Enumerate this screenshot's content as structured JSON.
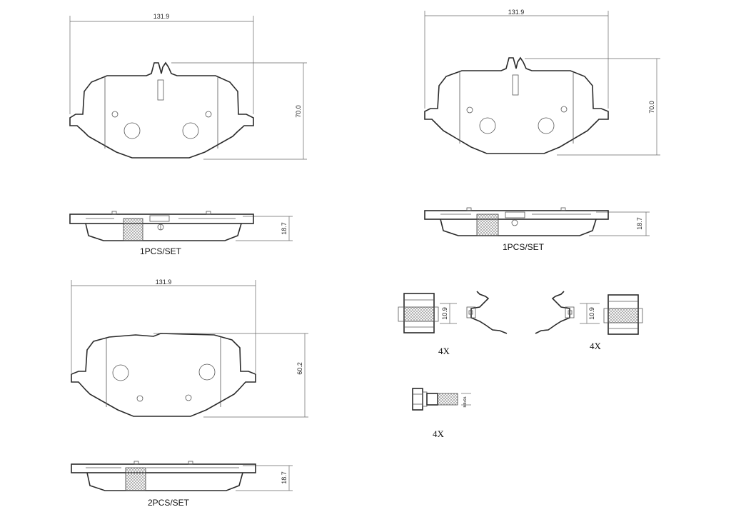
{
  "pad_top_left": {
    "width_dim": "131.9",
    "height_dim": "70.0",
    "thickness_dim": "18.7",
    "set_label": "1PCS/SET"
  },
  "pad_top_right": {
    "width_dim": "131.9",
    "height_dim": "70.0",
    "thickness_dim": "18.7",
    "set_label": "1PCS/SET"
  },
  "pad_bottom": {
    "width_dim": "131.9",
    "height_dim": "60.2",
    "thickness_dim": "18.7",
    "set_label": "2PCS/SET"
  },
  "clip_left": {
    "dim": "10.9",
    "qty": "4X"
  },
  "clip_right": {
    "dim": "10.9",
    "qty": "4X"
  },
  "bolt": {
    "dim": "M8x9â",
    "qty": "4X"
  }
}
